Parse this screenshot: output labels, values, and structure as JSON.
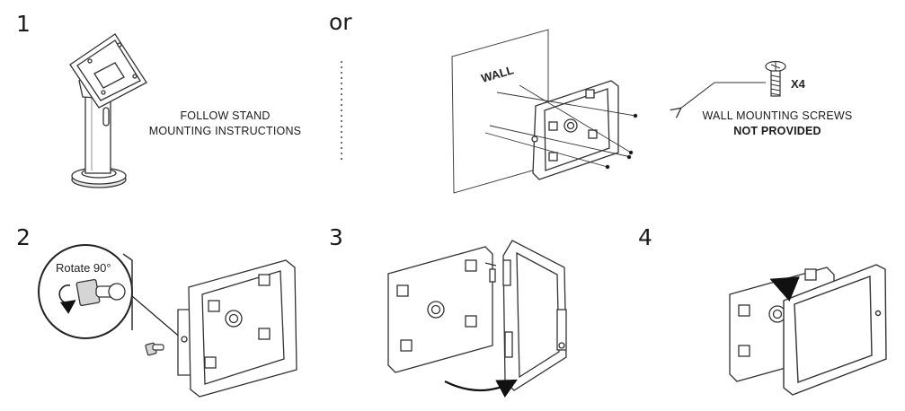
{
  "steps": [
    {
      "number": "1"
    },
    {
      "number": "2"
    },
    {
      "number": "3"
    },
    {
      "number": "4"
    }
  ],
  "or_label": "or",
  "stand_caption": [
    "FOLLOW STAND",
    "MOUNTING INSTRUCTIONS"
  ],
  "wall_label": "WALL",
  "screw_count": "X4",
  "screws_caption": [
    "WALL MOUNTING SCREWS",
    "NOT PROVIDED"
  ],
  "rotate_label": "Rotate 90°"
}
